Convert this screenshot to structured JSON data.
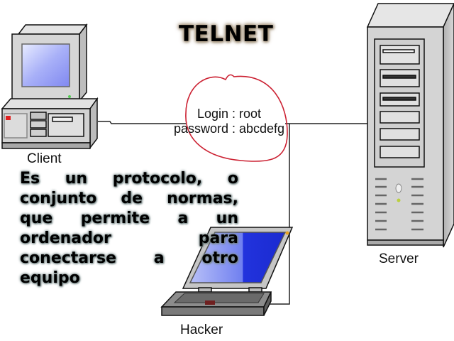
{
  "title": "TELNET",
  "nodes": {
    "client": {
      "label": "Client",
      "icon": "desktop-computer-icon"
    },
    "server": {
      "label": "Server",
      "icon": "tower-server-icon"
    },
    "hacker": {
      "label": "Hacker",
      "icon": "laptop-icon"
    }
  },
  "credentials": {
    "login": "Login : root",
    "password": "password : abcdefg",
    "highlight_color": "#cc2233"
  },
  "description": "Es un protocolo, o conjunto de normas, que permite a un ordenador para conectarse a otro equipo",
  "colors": {
    "title_glow": "#a89880",
    "screen_blue": "#3344ee",
    "device_gray": "#c8c8c8"
  }
}
